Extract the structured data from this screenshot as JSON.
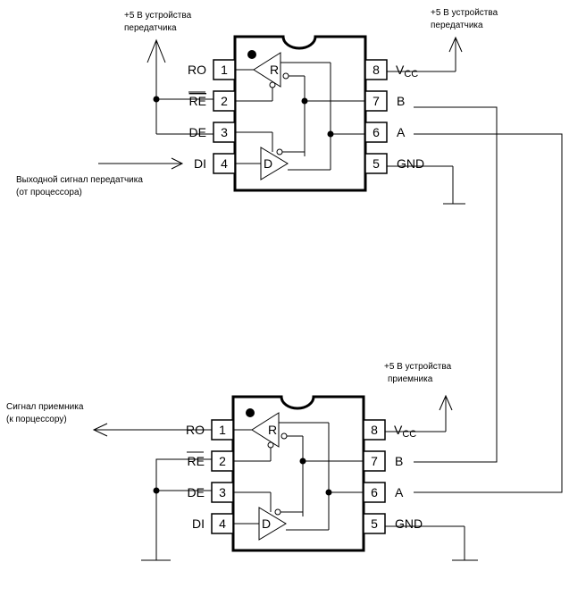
{
  "top_chip": {
    "left_pins": [
      {
        "num": "1",
        "name": "RO"
      },
      {
        "num": "2",
        "name": "RE"
      },
      {
        "num": "3",
        "name": "DE"
      },
      {
        "num": "4",
        "name": "DI"
      }
    ],
    "right_pins": [
      {
        "num": "8",
        "name": "V",
        "sub": "CC"
      },
      {
        "num": "7",
        "name": "B"
      },
      {
        "num": "6",
        "name": "A"
      },
      {
        "num": "5",
        "name": "GND"
      }
    ],
    "receiver_label": "R",
    "driver_label": "D",
    "supply_left": [
      "+5 В устройства",
      "передатчика"
    ],
    "supply_right": [
      "+5 В устройства",
      "передатчика"
    ],
    "input_signal": [
      "Выходной сигнал передатчика",
      "(от процессора)"
    ]
  },
  "bottom_chip": {
    "left_pins": [
      {
        "num": "1",
        "name": "RO"
      },
      {
        "num": "2",
        "name": "RE"
      },
      {
        "num": "3",
        "name": "DE"
      },
      {
        "num": "4",
        "name": "DI"
      }
    ],
    "right_pins": [
      {
        "num": "8",
        "name": "V",
        "sub": "CC"
      },
      {
        "num": "7",
        "name": "B"
      },
      {
        "num": "6",
        "name": "A"
      },
      {
        "num": "5",
        "name": "GND"
      }
    ],
    "receiver_label": "R",
    "driver_label": "D",
    "supply_right": [
      "+5 В устройства",
      "приемника"
    ],
    "output_signal": [
      "Сигнал приемника",
      "(к порцессору)"
    ]
  }
}
